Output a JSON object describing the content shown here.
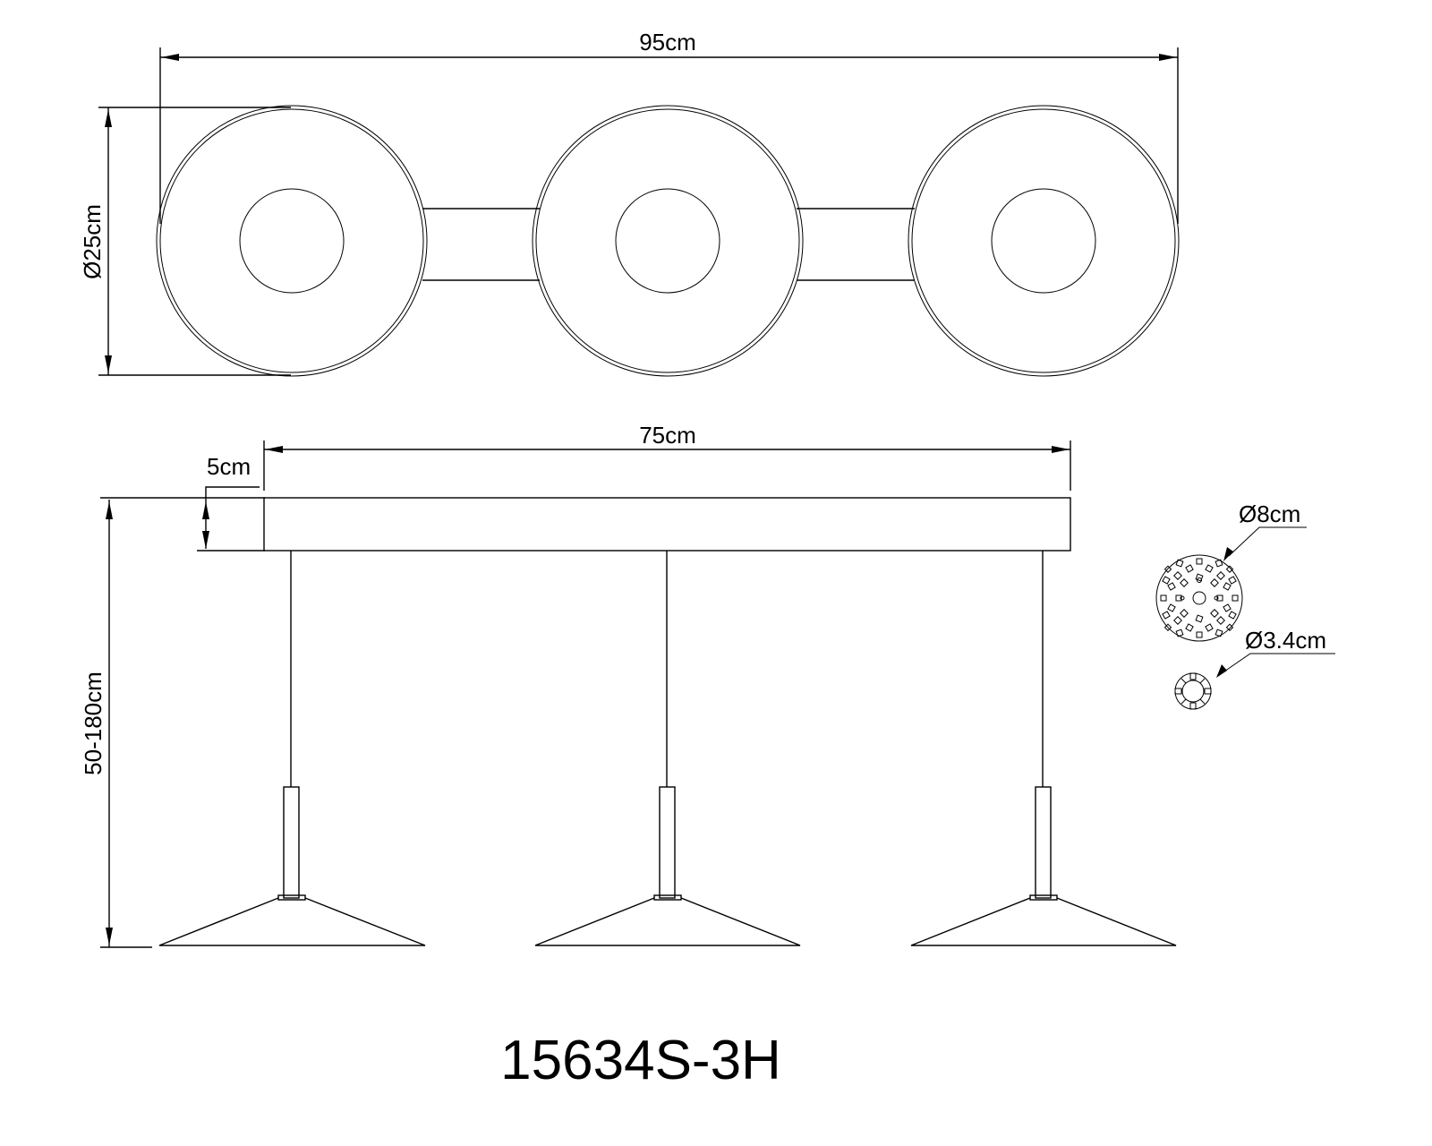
{
  "drawing": {
    "model_number": "15634S-3H",
    "top_view": {
      "overall_width_label": "95cm",
      "shade_diameter_label": "Ø25cm",
      "shade_count": 3
    },
    "side_view": {
      "canopy_length_label": "75cm",
      "canopy_height_label": "5cm",
      "hanging_height_label": "50-180cm"
    },
    "details": {
      "led_board_large_label": "Ø8cm",
      "led_board_small_label": "Ø3.4cm"
    }
  },
  "colors": {
    "line": "#000000",
    "background": "#ffffff"
  }
}
